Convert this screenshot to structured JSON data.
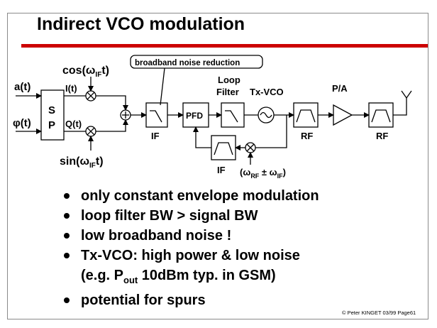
{
  "title": "Indirect VCO modulation",
  "diagram": {
    "a_in": "a(t)",
    "phi_in": "φ(t)",
    "sp_s": "S",
    "sp_p": "P",
    "i_sig": "I(t)",
    "q_sig": "Q(t)",
    "cos_label": "cos(ω",
    "cos_sub": "IF",
    "cos_end": "t)",
    "sin_label": "sin(ω",
    "sin_sub": "IF",
    "sin_end": "t)",
    "noise_callout": "broadband noise reduction",
    "if_filter": "IF",
    "pfd": "PFD",
    "loop_filter_1": "Loop",
    "loop_filter_2": "Filter",
    "tx_vco": "Tx-VCO",
    "rf_filter_1": "RF",
    "pa": "P/A",
    "rf_filter_2": "RF",
    "if_feedback": "IF",
    "mix_label_a": "(ω",
    "mix_label_sub1": "RF",
    "mix_label_pm": " ± ω",
    "mix_label_sub2": "IF",
    "mix_label_end": ")"
  },
  "bullets": [
    {
      "text": "only constant envelope modulation"
    },
    {
      "text": "loop filter BW > signal BW"
    },
    {
      "text": "low broadband noise !"
    },
    {
      "text": "Tx-VCO: high power & low noise",
      "line2_a": "(e.g. P",
      "line2_sub": "out",
      "line2_b": " 10dBm typ. in GSM)"
    },
    {
      "text": "potential for spurs"
    }
  ],
  "footer": "© Peter KINGET  03/99 Page61"
}
